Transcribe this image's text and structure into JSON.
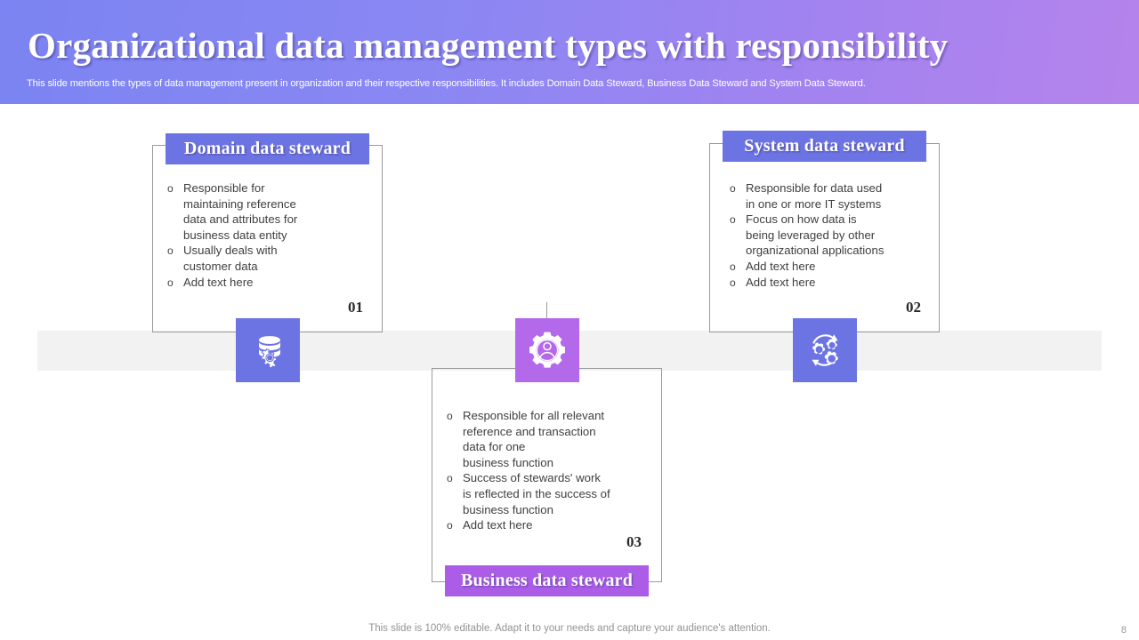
{
  "header": {
    "title": "Organizational data management types with responsibility",
    "subtitle": "This slide mentions the types of data management present in organization and their respective responsibilities. It includes Domain Data Steward, Business Data Steward and System Data Steward.",
    "gradient_from": "#7b84f2",
    "gradient_to": "#b583ec"
  },
  "colors": {
    "blue_accent": "#6c74e3",
    "purple_accent": "#ab5de8",
    "icon_purple": "#b468ea",
    "band_gray": "#f2f2f2",
    "frame_border": "#9a9a9a",
    "body_text": "#404040"
  },
  "cards": [
    {
      "id": "domain-data-steward",
      "title": "Domain data steward",
      "number": "01",
      "accent": "#6c74e3",
      "icon": "database-gear-icon",
      "bullets": [
        "Responsible for\nmaintaining  reference\ndata and attributes for\nbusiness data entity",
        "Usually deals with\ncustomer data",
        "Add text here"
      ]
    },
    {
      "id": "system-data-steward",
      "title": "System data steward",
      "number": "02",
      "accent": "#6c74e3",
      "icon": "gears-cycle-icon",
      "bullets": [
        "Responsible for data used\nin one or more IT systems",
        "Focus on how data is\nbeing leveraged by other\norganizational applications",
        "Add text here",
        "Add text here"
      ]
    },
    {
      "id": "business-data-steward",
      "title": "Business data steward",
      "number": "03",
      "accent": "#ab5de8",
      "icon": "person-gear-icon",
      "bullets": [
        "Responsible for all relevant\nreference and transaction\ndata for one\nbusiness function",
        "Success of stewards' work\nis reflected in the success of\nbusiness function",
        "Add text here"
      ]
    }
  ],
  "bullet_marker": "o",
  "footer": {
    "note": "This slide is 100% editable. Adapt it to your needs and capture your audience's attention.",
    "page_number": "8"
  }
}
